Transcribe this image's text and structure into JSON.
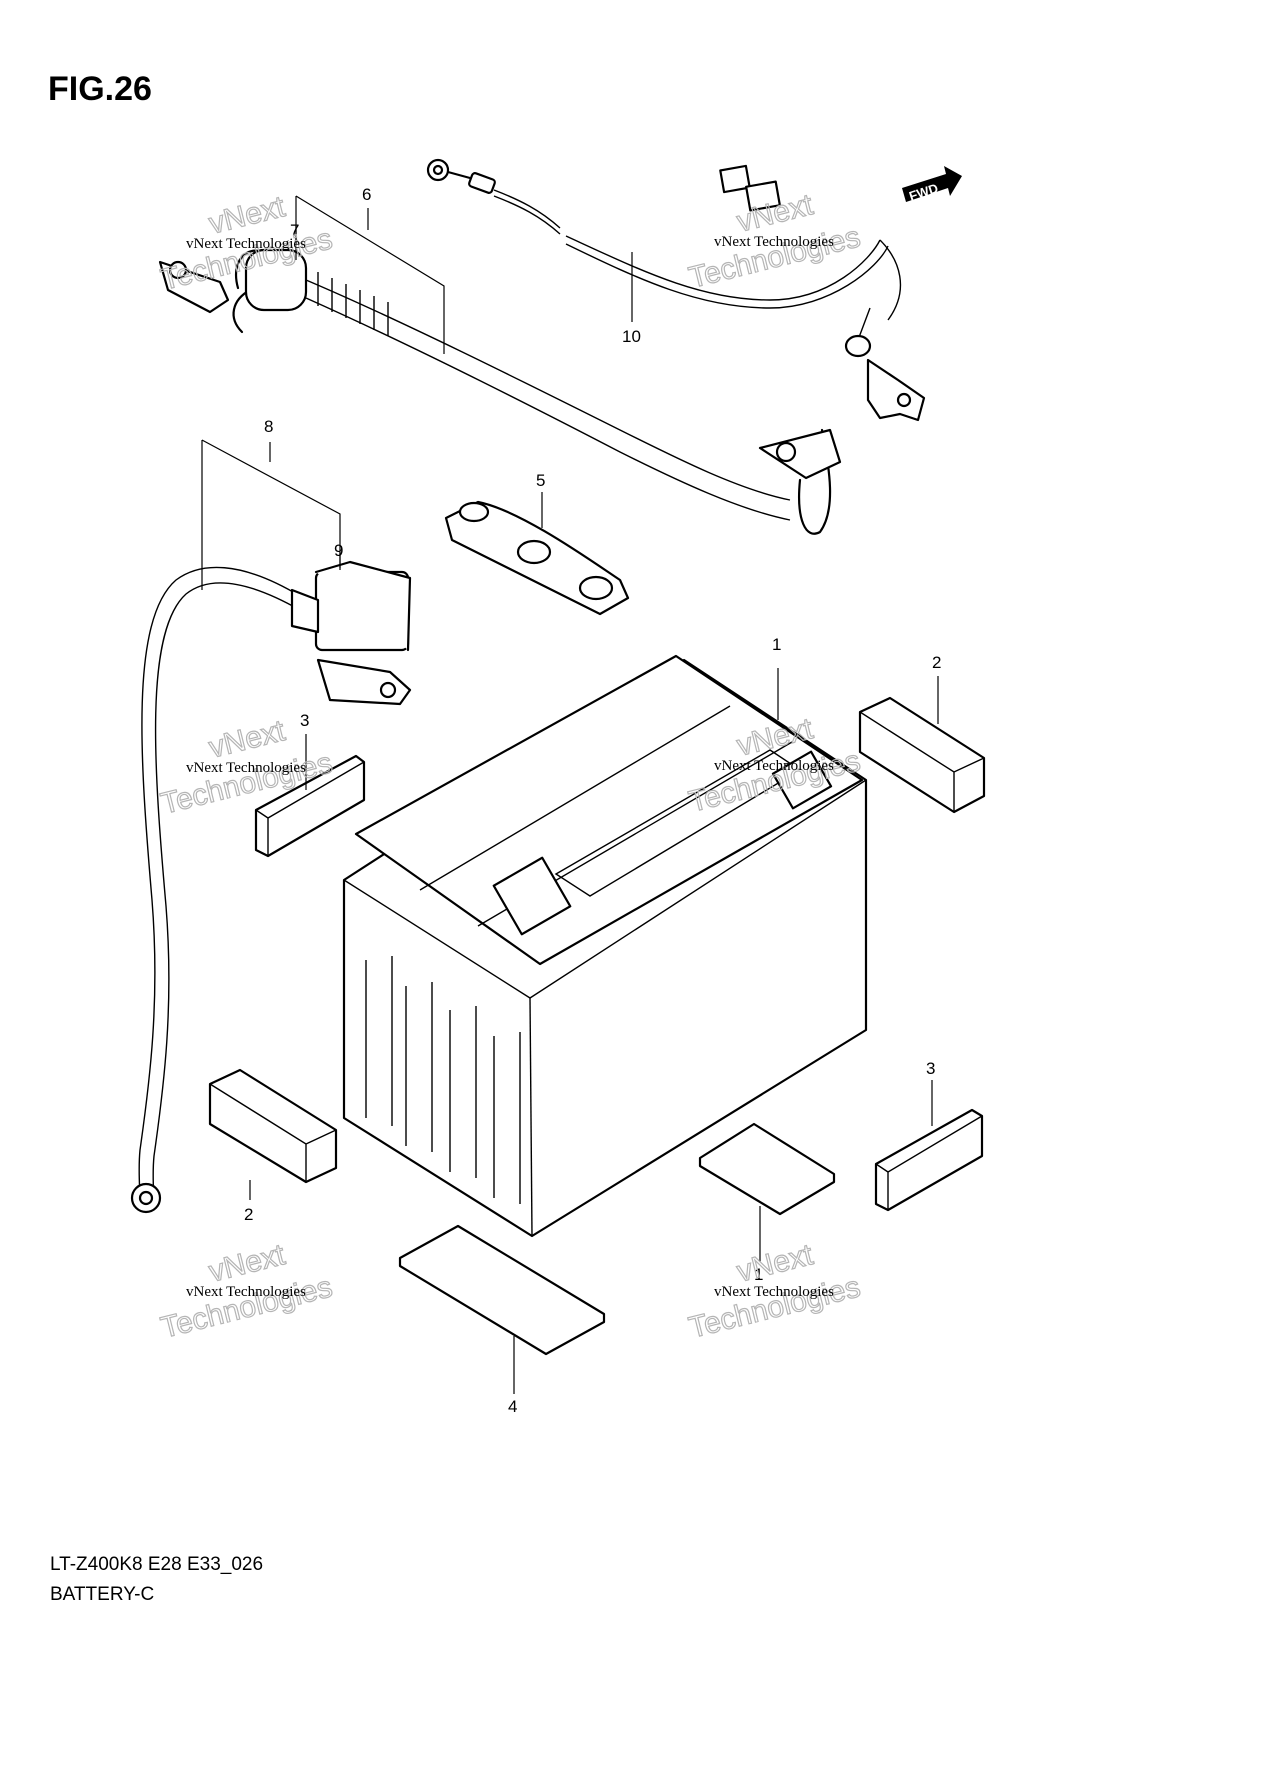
{
  "figure": {
    "title": "FIG.26"
  },
  "footer": {
    "code": "LT-Z400K8 E28 E33_026",
    "caption": "BATTERY-C"
  },
  "fwd_badge": {
    "label": "FWD"
  },
  "callouts": {
    "battery_top": "1",
    "battery_pad_small": "1",
    "pad_right_upper": "2",
    "pad_left_lower": "2",
    "spacer_left": "3",
    "spacer_right": "3",
    "sheet_bottom": "4",
    "band": "5",
    "neg_lead": "6",
    "neg_terminal": "7",
    "pos_lead": "8",
    "pos_cap": "9",
    "harness": "10"
  },
  "watermarks": [
    {
      "line1": "vNext Technologies",
      "outline": "vNext",
      "outline2": "Technologies"
    },
    {
      "line1": "vNext Technologies",
      "outline": "vNext",
      "outline2": "Technologies"
    },
    {
      "line1": "vNext Technologies",
      "outline": "vNext",
      "outline2": "Technologies"
    },
    {
      "line1": "vNext Technologies",
      "outline": "vNext",
      "outline2": "Technologies"
    },
    {
      "line1": "vNext Technologies",
      "outline": "vNext",
      "outline2": "Technologies"
    },
    {
      "line1": "vNext Technologies",
      "outline": "vNext",
      "outline2": "Technologies"
    }
  ],
  "colors": {
    "ink": "#000000",
    "watermark": "#b5b5b5",
    "background": "#ffffff"
  }
}
